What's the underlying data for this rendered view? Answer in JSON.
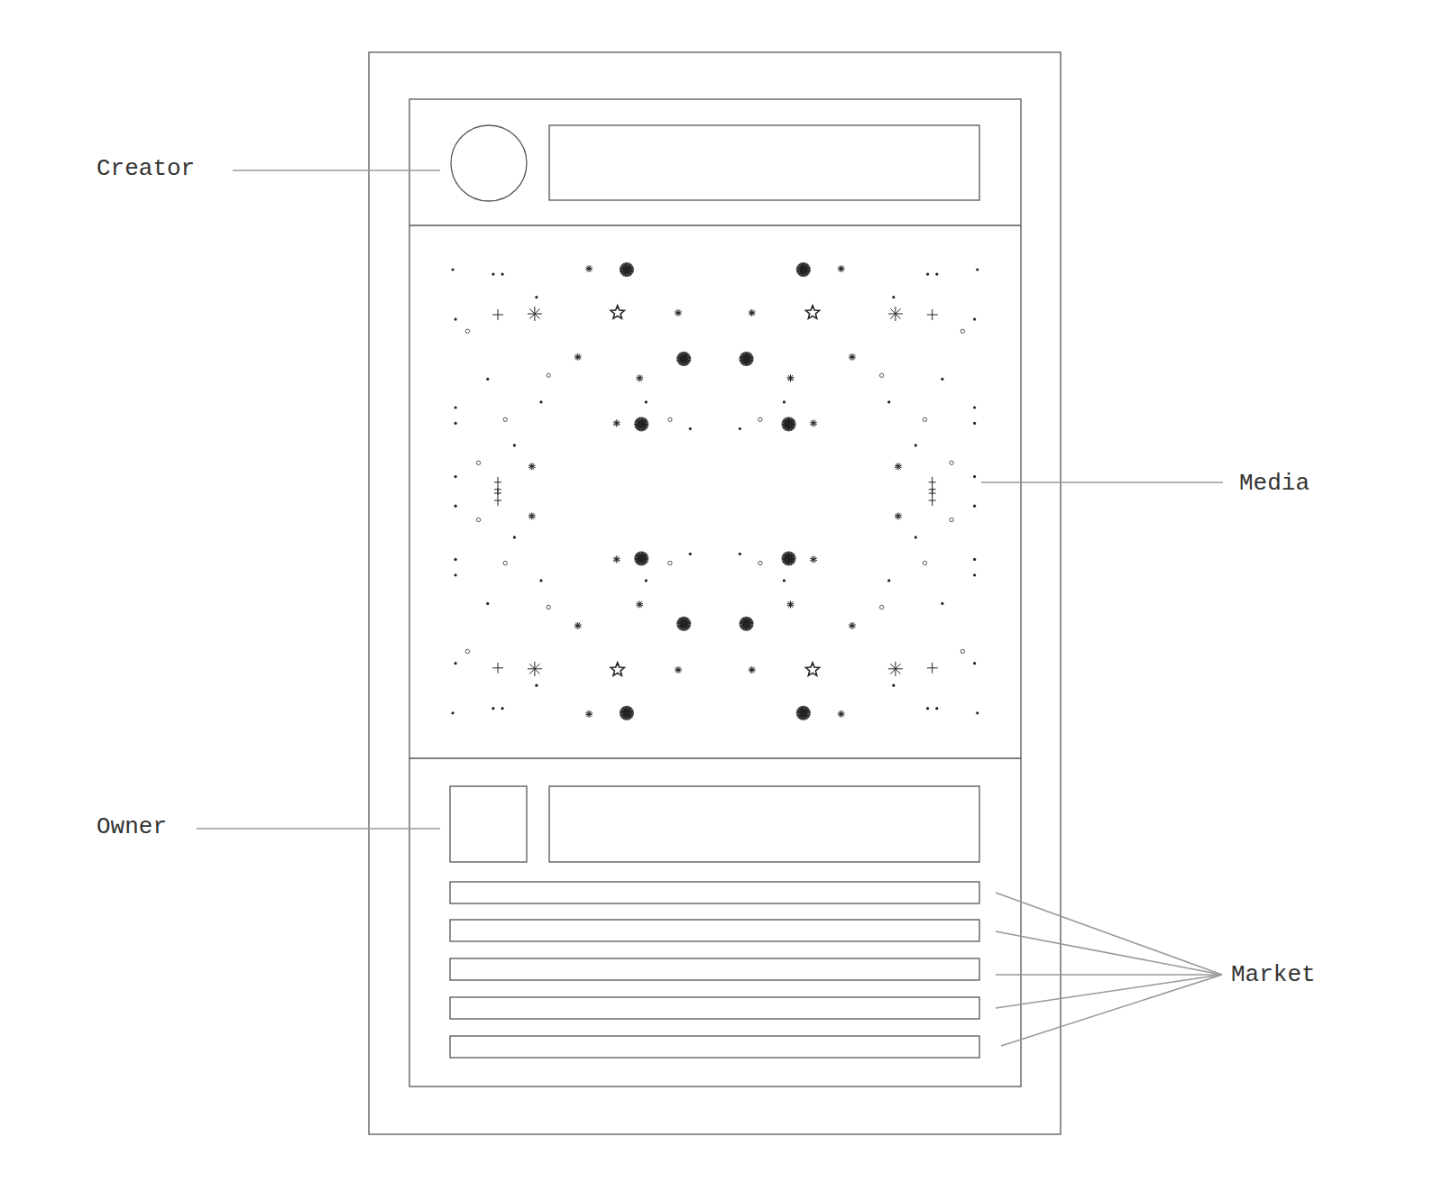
{
  "diagram": {
    "labels": [
      "Creator",
      "Media",
      "Owner",
      "Market"
    ]
  }
}
